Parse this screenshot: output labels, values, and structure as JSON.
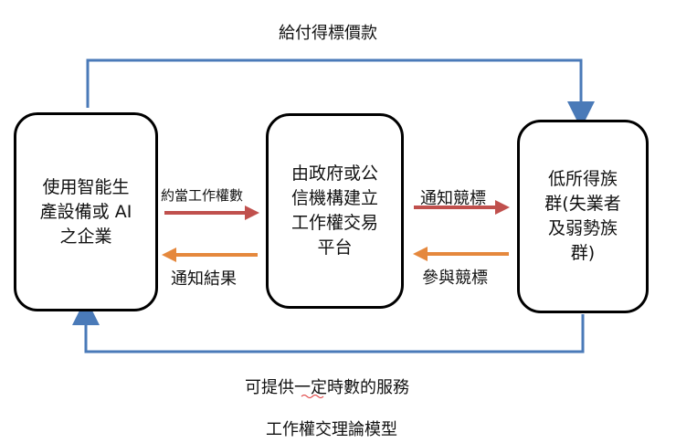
{
  "top_label": "給付得標價款",
  "bottom_label": "可提供一定時數的服務",
  "caption": "工作權交理論模型",
  "nodes": {
    "enterprise": "使用智能生\n產設備或 AI\n之企業",
    "platform": "由政府或公\n信機構建立\n工作權交易\n平台",
    "group": "低所得族\n群(失業者\n及弱勢族\n群)"
  },
  "arrows": {
    "enterprise_to_platform": "約當工作權數",
    "platform_to_enterprise": "通知結果",
    "platform_to_group": "通知競標",
    "group_to_platform": "參與競標"
  },
  "colors": {
    "loop_line": "#4a7ab8",
    "right_arrow": "#c0504d",
    "left_arrow": "#e5883d",
    "box_border": "#000000"
  }
}
